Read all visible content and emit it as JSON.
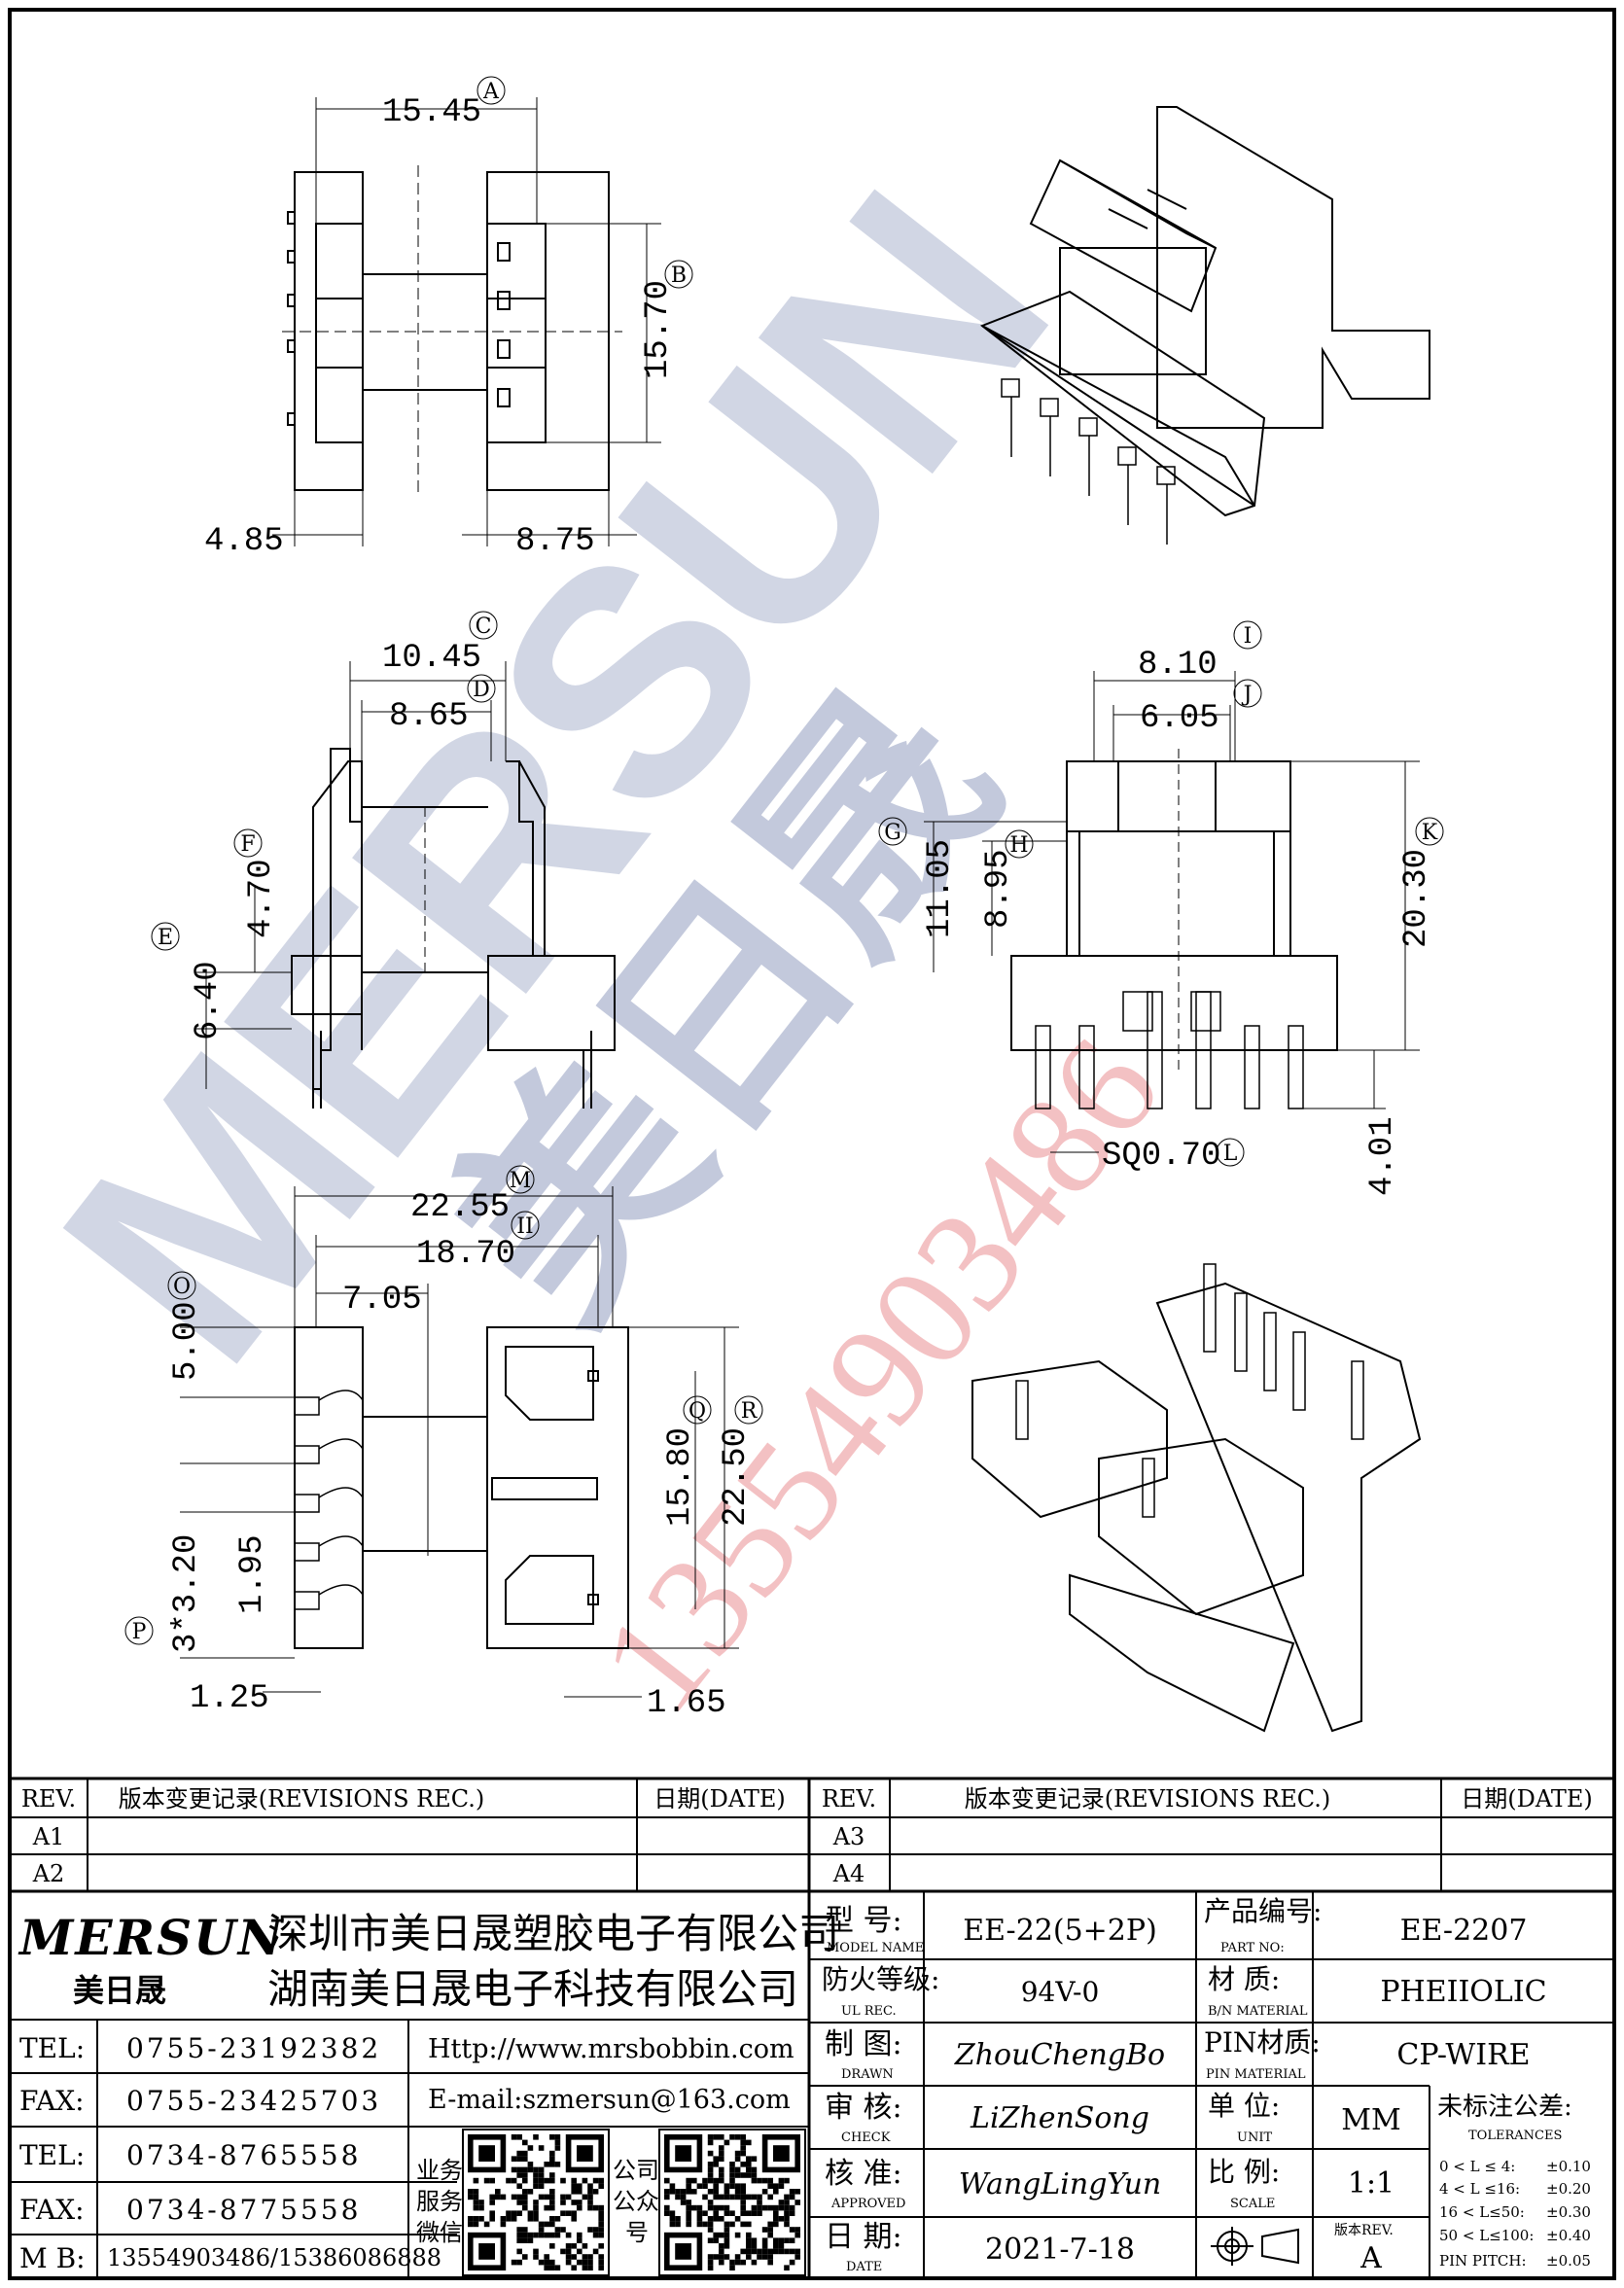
{
  "watermark": {
    "brand": "MERSUN",
    "cn": "美日晟",
    "phone": "13554903486"
  },
  "dims": {
    "a": "15.45",
    "b": "15.70",
    "c1": "4.85",
    "c2": "8.75",
    "d": "10.45",
    "e": "8.65",
    "f": "4.70",
    "g": "6.40",
    "h": "8.10",
    "i": "6.05",
    "j": "11.05",
    "k": "8.95",
    "l": "20.30",
    "m": "SQ0.70",
    "n": "4.01",
    "o": "22.55",
    "p": "18.70",
    "q": "7.05",
    "r": "5.00",
    "s": "3*3.20",
    "t": "1.95",
    "u": "1.25",
    "v": "15.80",
    "w": "22.50",
    "x": "1.65"
  },
  "callouts": [
    "A",
    "B",
    "C",
    "D",
    "E",
    "F",
    "G",
    "H",
    "I",
    "J",
    "K",
    "L",
    "M",
    "II",
    "O",
    "P",
    "Q",
    "R"
  ],
  "rev_left": {
    "head": {
      "rev": "REV.",
      "rec": "版本变更记录(REVISIONS REC.)",
      "date": "日期(DATE)"
    },
    "rows": [
      "A1",
      "A2"
    ]
  },
  "rev_right": {
    "head": {
      "rev": "REV.",
      "rec": "版本变更记录(REVISIONS REC.)",
      "date": "日期(DATE)"
    },
    "rows": [
      "A3",
      "A4"
    ]
  },
  "company": {
    "logo": "MERSUN",
    "logo_cn": "美日晟",
    "name1": "深圳市美日晟塑胶电子有限公司",
    "name2": "湖南美日晟电子科技有限公司"
  },
  "contacts": [
    {
      "label": "TEL:",
      "value": "0755-23192382"
    },
    {
      "label": "FAX:",
      "value": "0755-23425703"
    },
    {
      "label": "TEL:",
      "value": "0734-8765558"
    },
    {
      "label": "FAX:",
      "value": "0734-8775558"
    },
    {
      "label": "M B:",
      "value": "13554903486/15386086888"
    }
  ],
  "web": "Http://www.mrsbobbin.com",
  "email": "E-mail:szmersun@163.com",
  "qr1_label": [
    "业务",
    "服务",
    "微信"
  ],
  "qr2_label": [
    "公司",
    "公众",
    "号"
  ],
  "spec": {
    "model_label": "型  号:",
    "model_en": "MODEL NAME",
    "model": "EE-22(5+2P)",
    "ul_label": "防火等级:",
    "ul_en": "UL REC.",
    "ul": "94V-0",
    "drawn_label": "制  图:",
    "drawn_en": "DRAWN",
    "drawn": "ZhouChengBo",
    "check_label": "审  核:",
    "check_en": "CHECK",
    "check": "LiZhenSong",
    "approved_label": "核  准:",
    "approved_en": "APPROVED",
    "approved": "WangLingYun",
    "date_label": "日  期:",
    "date_en": "DATE",
    "date": "2021-7-18",
    "part_label": "产品编号:",
    "part_en": "PART NO:",
    "part": "EE-2207",
    "material_label": "材  质:",
    "material_en": "B/N MATERIAL",
    "material": "PHEIIOLIC",
    "pin_label": "PIN材质:",
    "pin_en": "PIN MATERIAL",
    "pin": "CP-WIRE",
    "unit_label": "单  位:",
    "unit_en": "UNIT",
    "unit": "MM",
    "scale_label": "比  例:",
    "scale_en": "SCALE",
    "scale": "1:1",
    "ver_label": "版本REV.",
    "ver": "A",
    "tol_label": "未标注公差:",
    "tol_en": "TOLERANCES",
    "tol": [
      {
        "range": "0 < L ≤  4:",
        "val": "±0.10"
      },
      {
        "range": "4 < L ≤16:",
        "val": "±0.20"
      },
      {
        "range": "16 < L≤50:",
        "val": "±0.30"
      },
      {
        "range": "50 < L≤100:",
        "val": "±0.40"
      },
      {
        "range": "PIN PITCH:",
        "val": "±0.05"
      }
    ]
  }
}
